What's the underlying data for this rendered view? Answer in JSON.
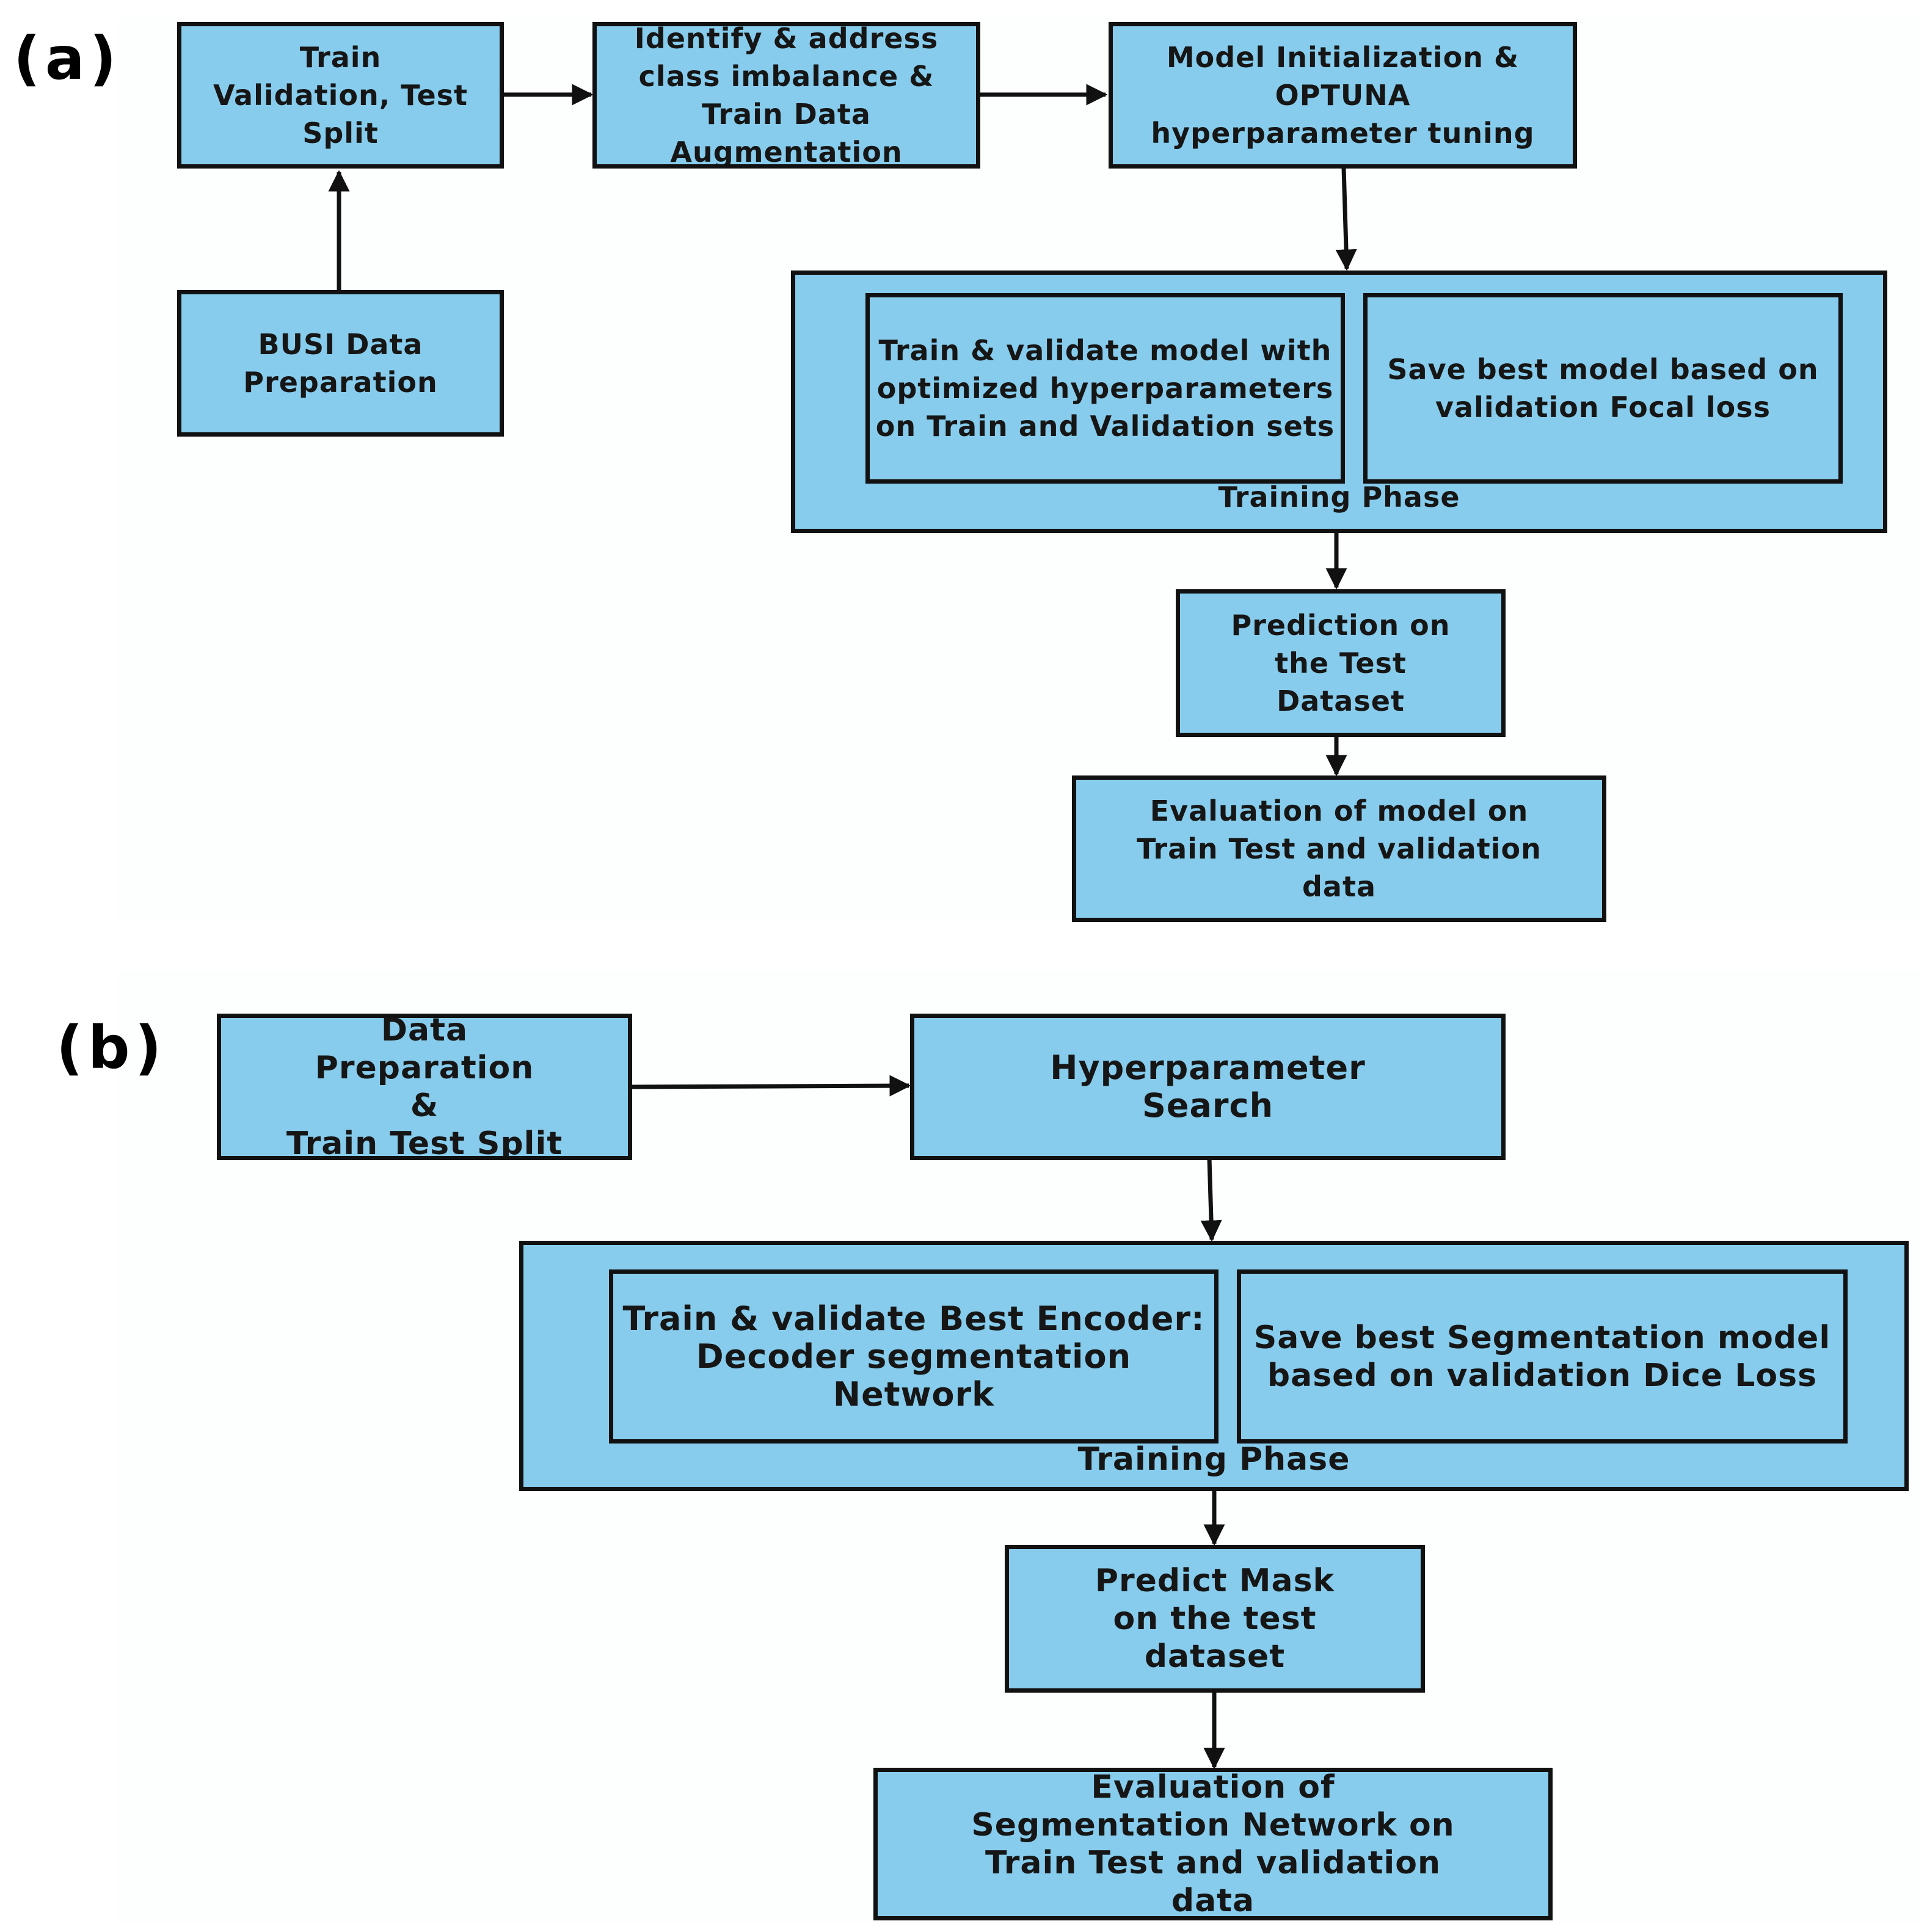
{
  "panel_a": {
    "label": "(a)",
    "boxes": {
      "split": "Train\nValidation, Test\nSplit",
      "imbalance": "Identify & address\nclass imbalance &\nTrain Data\nAugmentation",
      "model_init": "Model Initialization &\nOPTUNA\nhyperparameter tuning",
      "busi": "BUSI Data\nPreparation",
      "prediction": "Prediction on\nthe Test\nDataset",
      "evaluation": "Evaluation of model on\nTrain Test and validation\ndata"
    },
    "training_phase": {
      "label": "Training Phase",
      "train_validate": "Train & validate model\nwith optimized\nhyperparameters on\nTrain and Validation\nsets",
      "save_best": "Save best model based\non validation Focal loss"
    }
  },
  "panel_b": {
    "label": "(b)",
    "boxes": {
      "data_prep": "Data\nPreparation\n&\nTrain Test Split",
      "hyper_search": "Hyperparameter\nSearch",
      "predict_mask": "Predict Mask\non the test\ndataset",
      "evaluation": "Evaluation of\nSegmentation Network on\nTrain Test and validation\ndata"
    },
    "training_phase": {
      "label": "Training Phase",
      "train_validate": "Train & validate Best\nEncoder: Decoder\nsegmentation Network",
      "save_best": "Save best\nSegmentation model\nbased on validation\nDice Loss"
    }
  },
  "colors": {
    "box_fill": "#87ccec",
    "border": "#111111"
  }
}
